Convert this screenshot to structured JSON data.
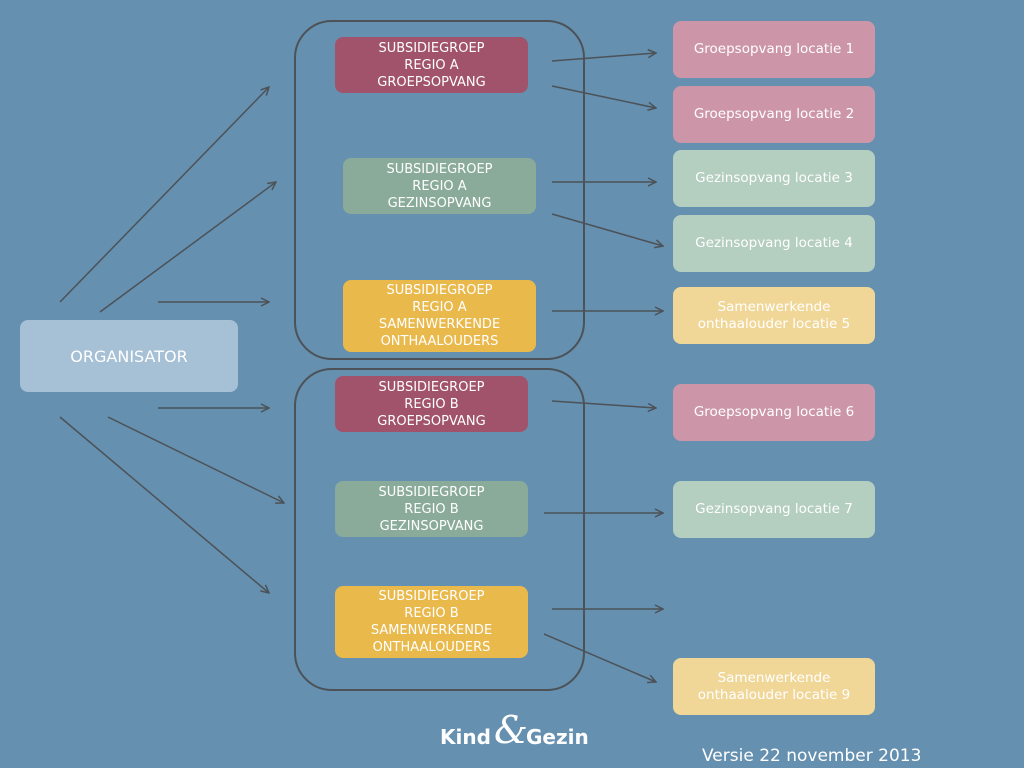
{
  "organizer": "ORGANISATOR",
  "subsidy_groups": [
    {
      "label": "SUBSIDIEGROEP\nREGIO A\nGROEPSOPVANG",
      "color": "#a1536b"
    },
    {
      "label": "SUBSIDIEGROEP\nREGIO A\nGEZINSOPVANG",
      "color": "#8aab99"
    },
    {
      "label": "SUBSIDIEGROEP\nREGIO A\nSAMENWERKENDE\nONTHAALOUDERS",
      "color": "#e9b94c"
    },
    {
      "label": "SUBSIDIEGROEP\nREGIO B\nGROEPSOPVANG",
      "color": "#a1536b"
    },
    {
      "label": "SUBSIDIEGROEP\nREGIO B\nGEZINSOPVANG",
      "color": "#8aab99"
    },
    {
      "label": "SUBSIDIEGROEP\nREGIO B\nSAMENWERKENDE\nONTHAALOUDERS",
      "color": "#e9b94c"
    }
  ],
  "locations": [
    {
      "label": "Groepsopvang locatie 1",
      "color": "#cd96a8"
    },
    {
      "label": "Groepsopvang locatie 2",
      "color": "#cd96a8"
    },
    {
      "label": "Gezinsopvang locatie 3",
      "color": "#b4cebf"
    },
    {
      "label": "Gezinsopvang locatie 4",
      "color": "#b4cebf"
    },
    {
      "label": "Samenwerkende\nonthaalouder locatie 5",
      "color": "#f0d798"
    },
    {
      "label": "Groepsopvang locatie 6",
      "color": "#cd96a8"
    },
    {
      "label": "Gezinsopvang locatie 7",
      "color": "#b4cebf"
    },
    {
      "label": "Samenwerkende\nonthaalouder locatie 9",
      "color": "#f0d798"
    }
  ],
  "logo": {
    "left": "Kind",
    "amp": "&",
    "right": "Gezin"
  },
  "version": "Versie 22 november 2013",
  "colors": {
    "background": "#6590b0",
    "organizer": "#a6c0d5",
    "arrow": "#4c5257"
  }
}
